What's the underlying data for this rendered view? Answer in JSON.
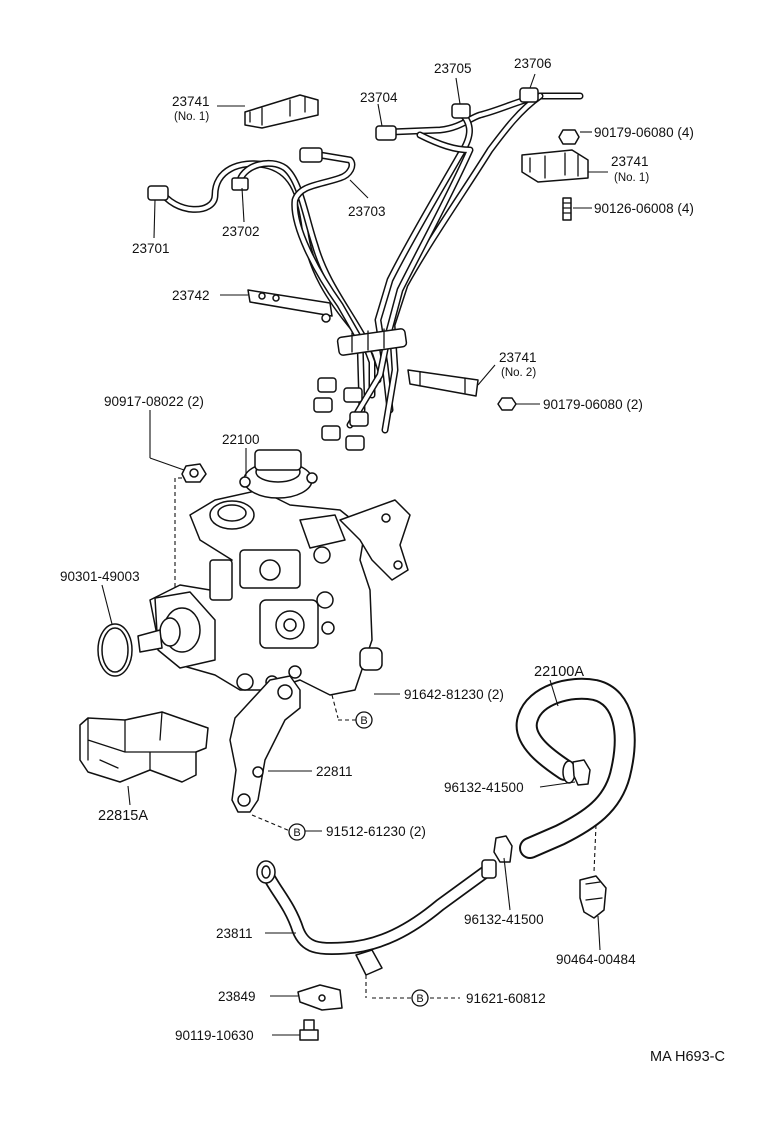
{
  "labels": {
    "p23741_no1_top": "23741",
    "p23741_no1_top_note": "(No. 1)",
    "p23704": "23704",
    "p23705": "23705",
    "p23706": "23706",
    "p90179_06080_4": "90179-06080 (4)",
    "p23741_no1_right": "23741",
    "p23741_no1_right_note": "(No. 1)",
    "p90126_06008_4": "90126-06008 (4)",
    "p23702": "23702",
    "p23703": "23703",
    "p23701": "23701",
    "p23742": "23742",
    "p23741_no2": "23741",
    "p23741_no2_note": "(No. 2)",
    "p90179_06080_2": "90179-06080 (2)",
    "p90917_08022_2": "90917-08022 (2)",
    "p22100": "22100",
    "p90301_49003": "90301-49003",
    "p22100A": "22100A",
    "p91642_81230_2": "91642-81230 (2)",
    "p22811": "22811",
    "p96132_41500_a": "96132-41500",
    "p22815A": "22815A",
    "p91512_61230_2": "91512-61230 (2)",
    "p96132_41500_b": "96132-41500",
    "p23811": "23811",
    "p90464_00484": "90464-00484",
    "p23849": "23849",
    "p91621_60812": "91621-60812",
    "p90119_10630": "90119-10630"
  },
  "markers": {
    "b1": "B",
    "b2": "B",
    "b3": "B"
  },
  "footer": {
    "code": "MA  H693-C"
  }
}
